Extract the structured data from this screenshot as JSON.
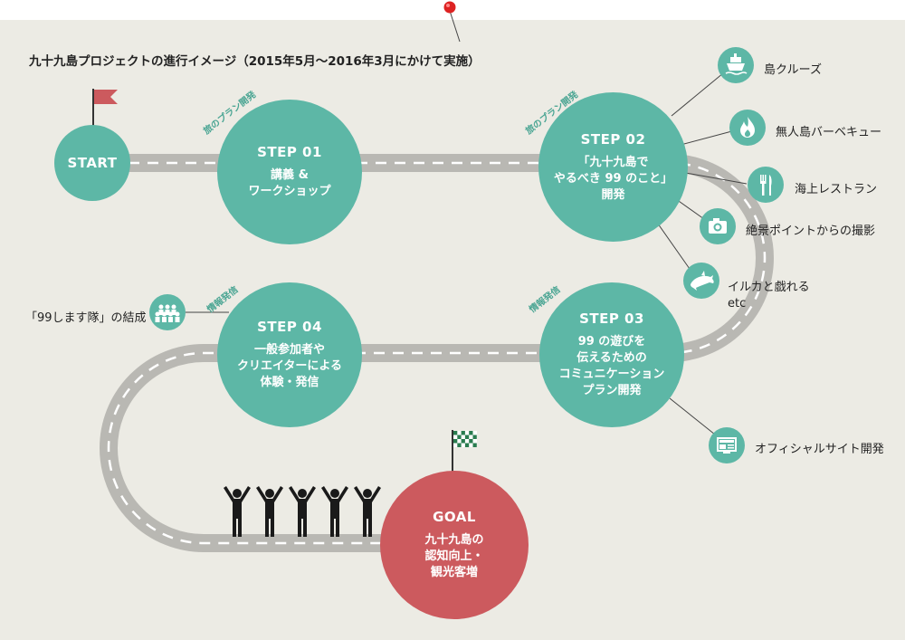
{
  "title": "九十九島プロジェクトの進行イメージ（2015年5月～2016年3月にかけて実施）",
  "start": {
    "label": "START"
  },
  "steps": [
    {
      "label": "STEP 01",
      "desc": "講義 &\nワークショップ"
    },
    {
      "label": "STEP 02",
      "desc": "「九十九島で\nやるべき 99 のこと」\n開発"
    },
    {
      "label": "STEP 03",
      "desc": "99 の遊びを\n伝えるための\nコミュニケーション\nプラン開発"
    },
    {
      "label": "STEP 04",
      "desc": "一般参加者や\nクリエイターによる\n体験・発信"
    }
  ],
  "goal": {
    "label": "GOAL",
    "desc": "九十九島の\n認知向上・\n観光客増"
  },
  "phases": {
    "plan1": "旅のプラン開発",
    "plan2": "旅のプラン開発",
    "info1": "情報発信",
    "info2": "情報発信"
  },
  "activities": [
    {
      "label": "島クルーズ",
      "icon": "ship-icon"
    },
    {
      "label": "無人島バーベキュー",
      "icon": "fire-icon"
    },
    {
      "label": "海上レストラン",
      "icon": "fork-knife-icon"
    },
    {
      "label": "絶景ポイントからの撮影",
      "icon": "camera-icon"
    },
    {
      "label": "イルカと戯れる",
      "icon": "dolphin-icon"
    }
  ],
  "etc": "etc",
  "official_site": {
    "label": "オフィシャルサイト開発",
    "icon": "monitor-icon"
  },
  "team": {
    "label": "「99します隊」の結成",
    "icon": "group-icon"
  },
  "colors": {
    "teal": "#5db7a6",
    "red": "#cc5a5e",
    "road": "#b9b8b3",
    "paper": "#ecebe4"
  }
}
